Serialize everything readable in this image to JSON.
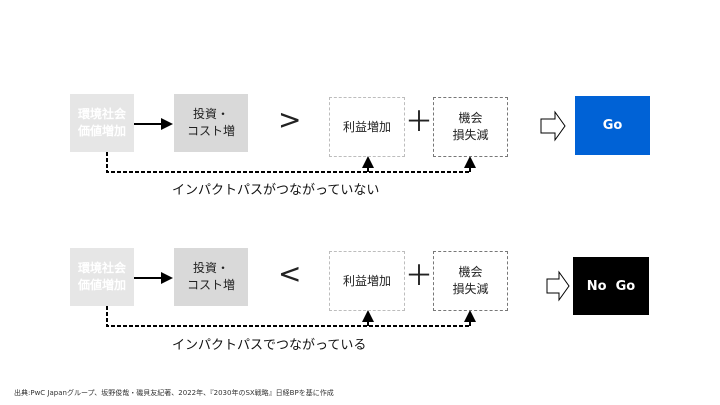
{
  "rows": [
    {
      "env": "環境社会\n価値増加",
      "cost": "投資・\nコスト増",
      "op": ">",
      "profit": "利益増加",
      "plus": "＋",
      "loss": "機会\n損失減",
      "result": "Go",
      "result_color": "#0062d6",
      "caption": "インパクトパスがつながっていない"
    },
    {
      "env": "環境社会\n価値増加",
      "cost": "投資・\nコスト増",
      "op": "<",
      "profit": "利益増加",
      "plus": "＋",
      "loss": "機会\n損失減",
      "result": "No  Go",
      "result_color": "#000000",
      "caption": "インパクトパスでつながっている"
    }
  ],
  "source": "出典:PwC Japanグループ、坂野俊哉・磯貝友紀著、2022年、『2030年のSX戦略』日経BPを基に作成"
}
